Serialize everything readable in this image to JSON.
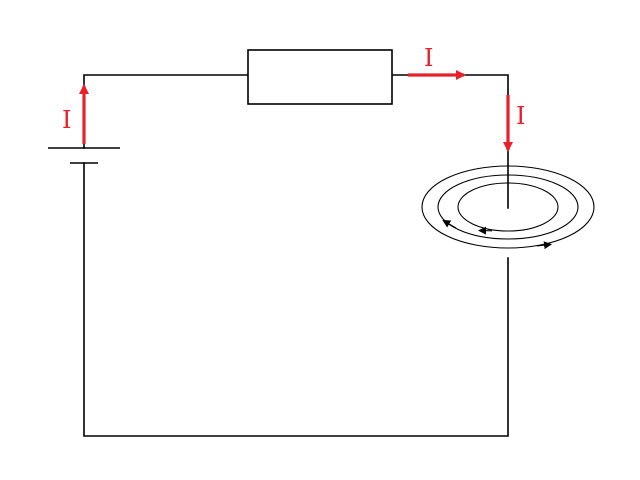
{
  "colors": {
    "wire": "#000000",
    "current": "#e8202a",
    "background": "#ffffff"
  },
  "labels": {
    "current_battery": "I",
    "current_top": "I",
    "current_down": "I"
  }
}
